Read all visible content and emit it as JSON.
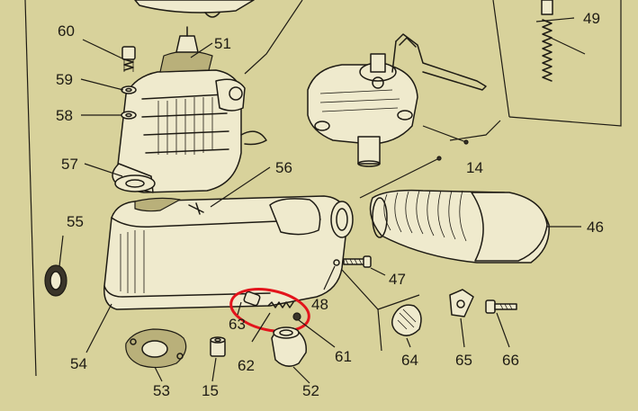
{
  "callouts": {
    "c60": "60",
    "c51": "51",
    "c59": "59",
    "c58": "58",
    "c57": "57",
    "c56": "56",
    "c49": "49",
    "c14": "14",
    "c46": "46",
    "c55": "55",
    "c47": "47",
    "c48": "48",
    "c63": "63",
    "c62": "62",
    "c61": "61",
    "c64": "64",
    "c65": "65",
    "c66": "66",
    "c54": "54",
    "c53": "53",
    "c15": "15",
    "c52": "52"
  },
  "colors": {
    "paper": "#d8d29b",
    "ink": "#1e1b14",
    "highlight": "#e3141c"
  }
}
